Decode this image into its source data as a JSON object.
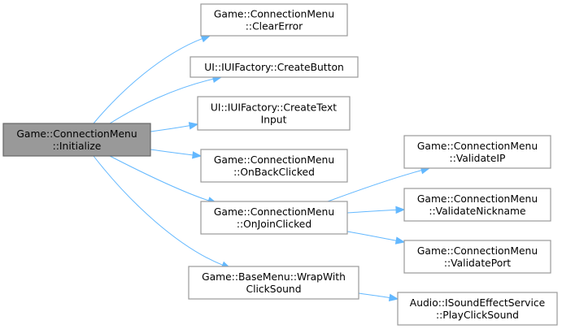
{
  "diagram": {
    "type": "call-graph",
    "colors": {
      "root_fill": "#999999",
      "root_border": "#666666",
      "node_fill": "#ffffff",
      "node_border": "#999999",
      "edge": "#63b8ff",
      "text": "#000000"
    },
    "nodes": [
      {
        "id": "initialize",
        "lines": [
          "Game::ConnectionMenu",
          "::Initialize"
        ],
        "root": true
      },
      {
        "id": "clear-error",
        "lines": [
          "Game::ConnectionMenu",
          "::ClearError"
        ]
      },
      {
        "id": "create-button",
        "lines": [
          "UI::IUIFactory::CreateButton"
        ]
      },
      {
        "id": "create-text-input",
        "lines": [
          "UI::IUIFactory::CreateText",
          "Input"
        ]
      },
      {
        "id": "on-back-clicked",
        "lines": [
          "Game::ConnectionMenu",
          "::OnBackClicked"
        ]
      },
      {
        "id": "on-join-clicked",
        "lines": [
          "Game::ConnectionMenu",
          "::OnJoinClicked"
        ]
      },
      {
        "id": "wrap-with-click-sound",
        "lines": [
          "Game::BaseMenu::WrapWith",
          "ClickSound"
        ]
      },
      {
        "id": "validate-ip",
        "lines": [
          "Game::ConnectionMenu",
          "::ValidateIP"
        ]
      },
      {
        "id": "validate-nickname",
        "lines": [
          "Game::ConnectionMenu",
          "::ValidateNickname"
        ]
      },
      {
        "id": "validate-port",
        "lines": [
          "Game::ConnectionMenu",
          "::ValidatePort"
        ]
      },
      {
        "id": "play-click-sound",
        "lines": [
          "Audio::ISoundEffectService",
          "::PlayClickSound"
        ]
      }
    ],
    "edges": [
      {
        "from": "initialize",
        "to": "clear-error"
      },
      {
        "from": "initialize",
        "to": "create-button"
      },
      {
        "from": "initialize",
        "to": "create-text-input"
      },
      {
        "from": "initialize",
        "to": "on-back-clicked"
      },
      {
        "from": "initialize",
        "to": "on-join-clicked"
      },
      {
        "from": "initialize",
        "to": "wrap-with-click-sound"
      },
      {
        "from": "on-join-clicked",
        "to": "validate-ip"
      },
      {
        "from": "on-join-clicked",
        "to": "validate-nickname"
      },
      {
        "from": "on-join-clicked",
        "to": "validate-port"
      },
      {
        "from": "wrap-with-click-sound",
        "to": "play-click-sound"
      }
    ]
  }
}
